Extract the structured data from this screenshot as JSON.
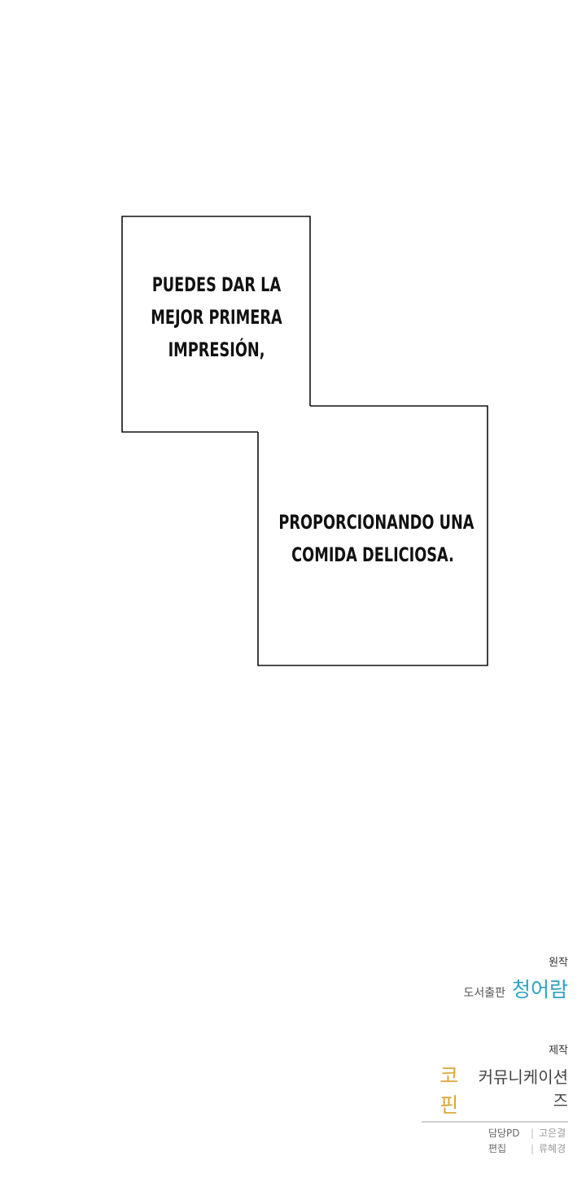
{
  "panels": {
    "caption_1": {
      "lines": [
        "PUEDES DAR LA",
        "MEJOR PRIMERA",
        "IMPRESIÓN,"
      ]
    },
    "caption_2": {
      "lines": [
        "PROPORCIONANDO UNA",
        "COMIDA DELICIOSA."
      ]
    },
    "border_color": "#111111"
  },
  "credits": {
    "original": {
      "label": "원작",
      "publisher_prefix": "도서출판",
      "publisher_name": "청어람",
      "publisher_color": "#2aa3c2"
    },
    "production": {
      "label": "제작",
      "studio_brand": "코핀",
      "studio_name": "커뮤니케이션즈",
      "brand_color": "#e0a63a",
      "staff": [
        {
          "role": "담당PD",
          "separator": "|",
          "name": "고은결"
        },
        {
          "role": "편집",
          "separator": "|",
          "name": "류혜경"
        }
      ]
    }
  }
}
